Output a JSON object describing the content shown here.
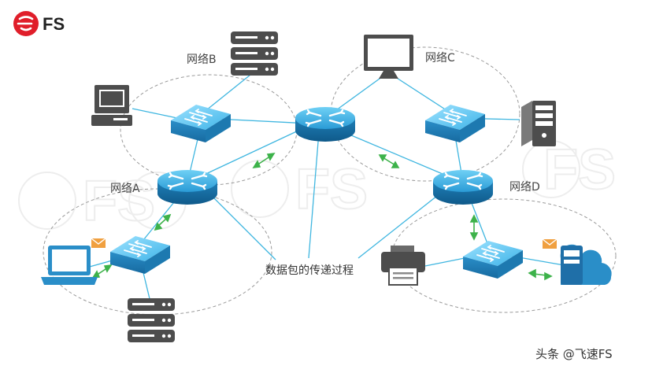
{
  "brand": {
    "logo_text": "FS",
    "accent": "#e01e2a"
  },
  "watermark": {
    "text": "FS"
  },
  "networks": {
    "a": {
      "label": "网络A"
    },
    "b": {
      "label": "网络B"
    },
    "c": {
      "label": "网络C"
    },
    "d": {
      "label": "网络D"
    }
  },
  "caption": "数据包的传递过程",
  "footer": "头条 @飞速FS",
  "colors": {
    "link": "#3fb6e0",
    "device_blue": "#2a8ec8",
    "device_gray": "#4d4d4d",
    "arrow": "#3db24a",
    "envelope": "#f0a040",
    "boundary": "#9a9a9a"
  }
}
